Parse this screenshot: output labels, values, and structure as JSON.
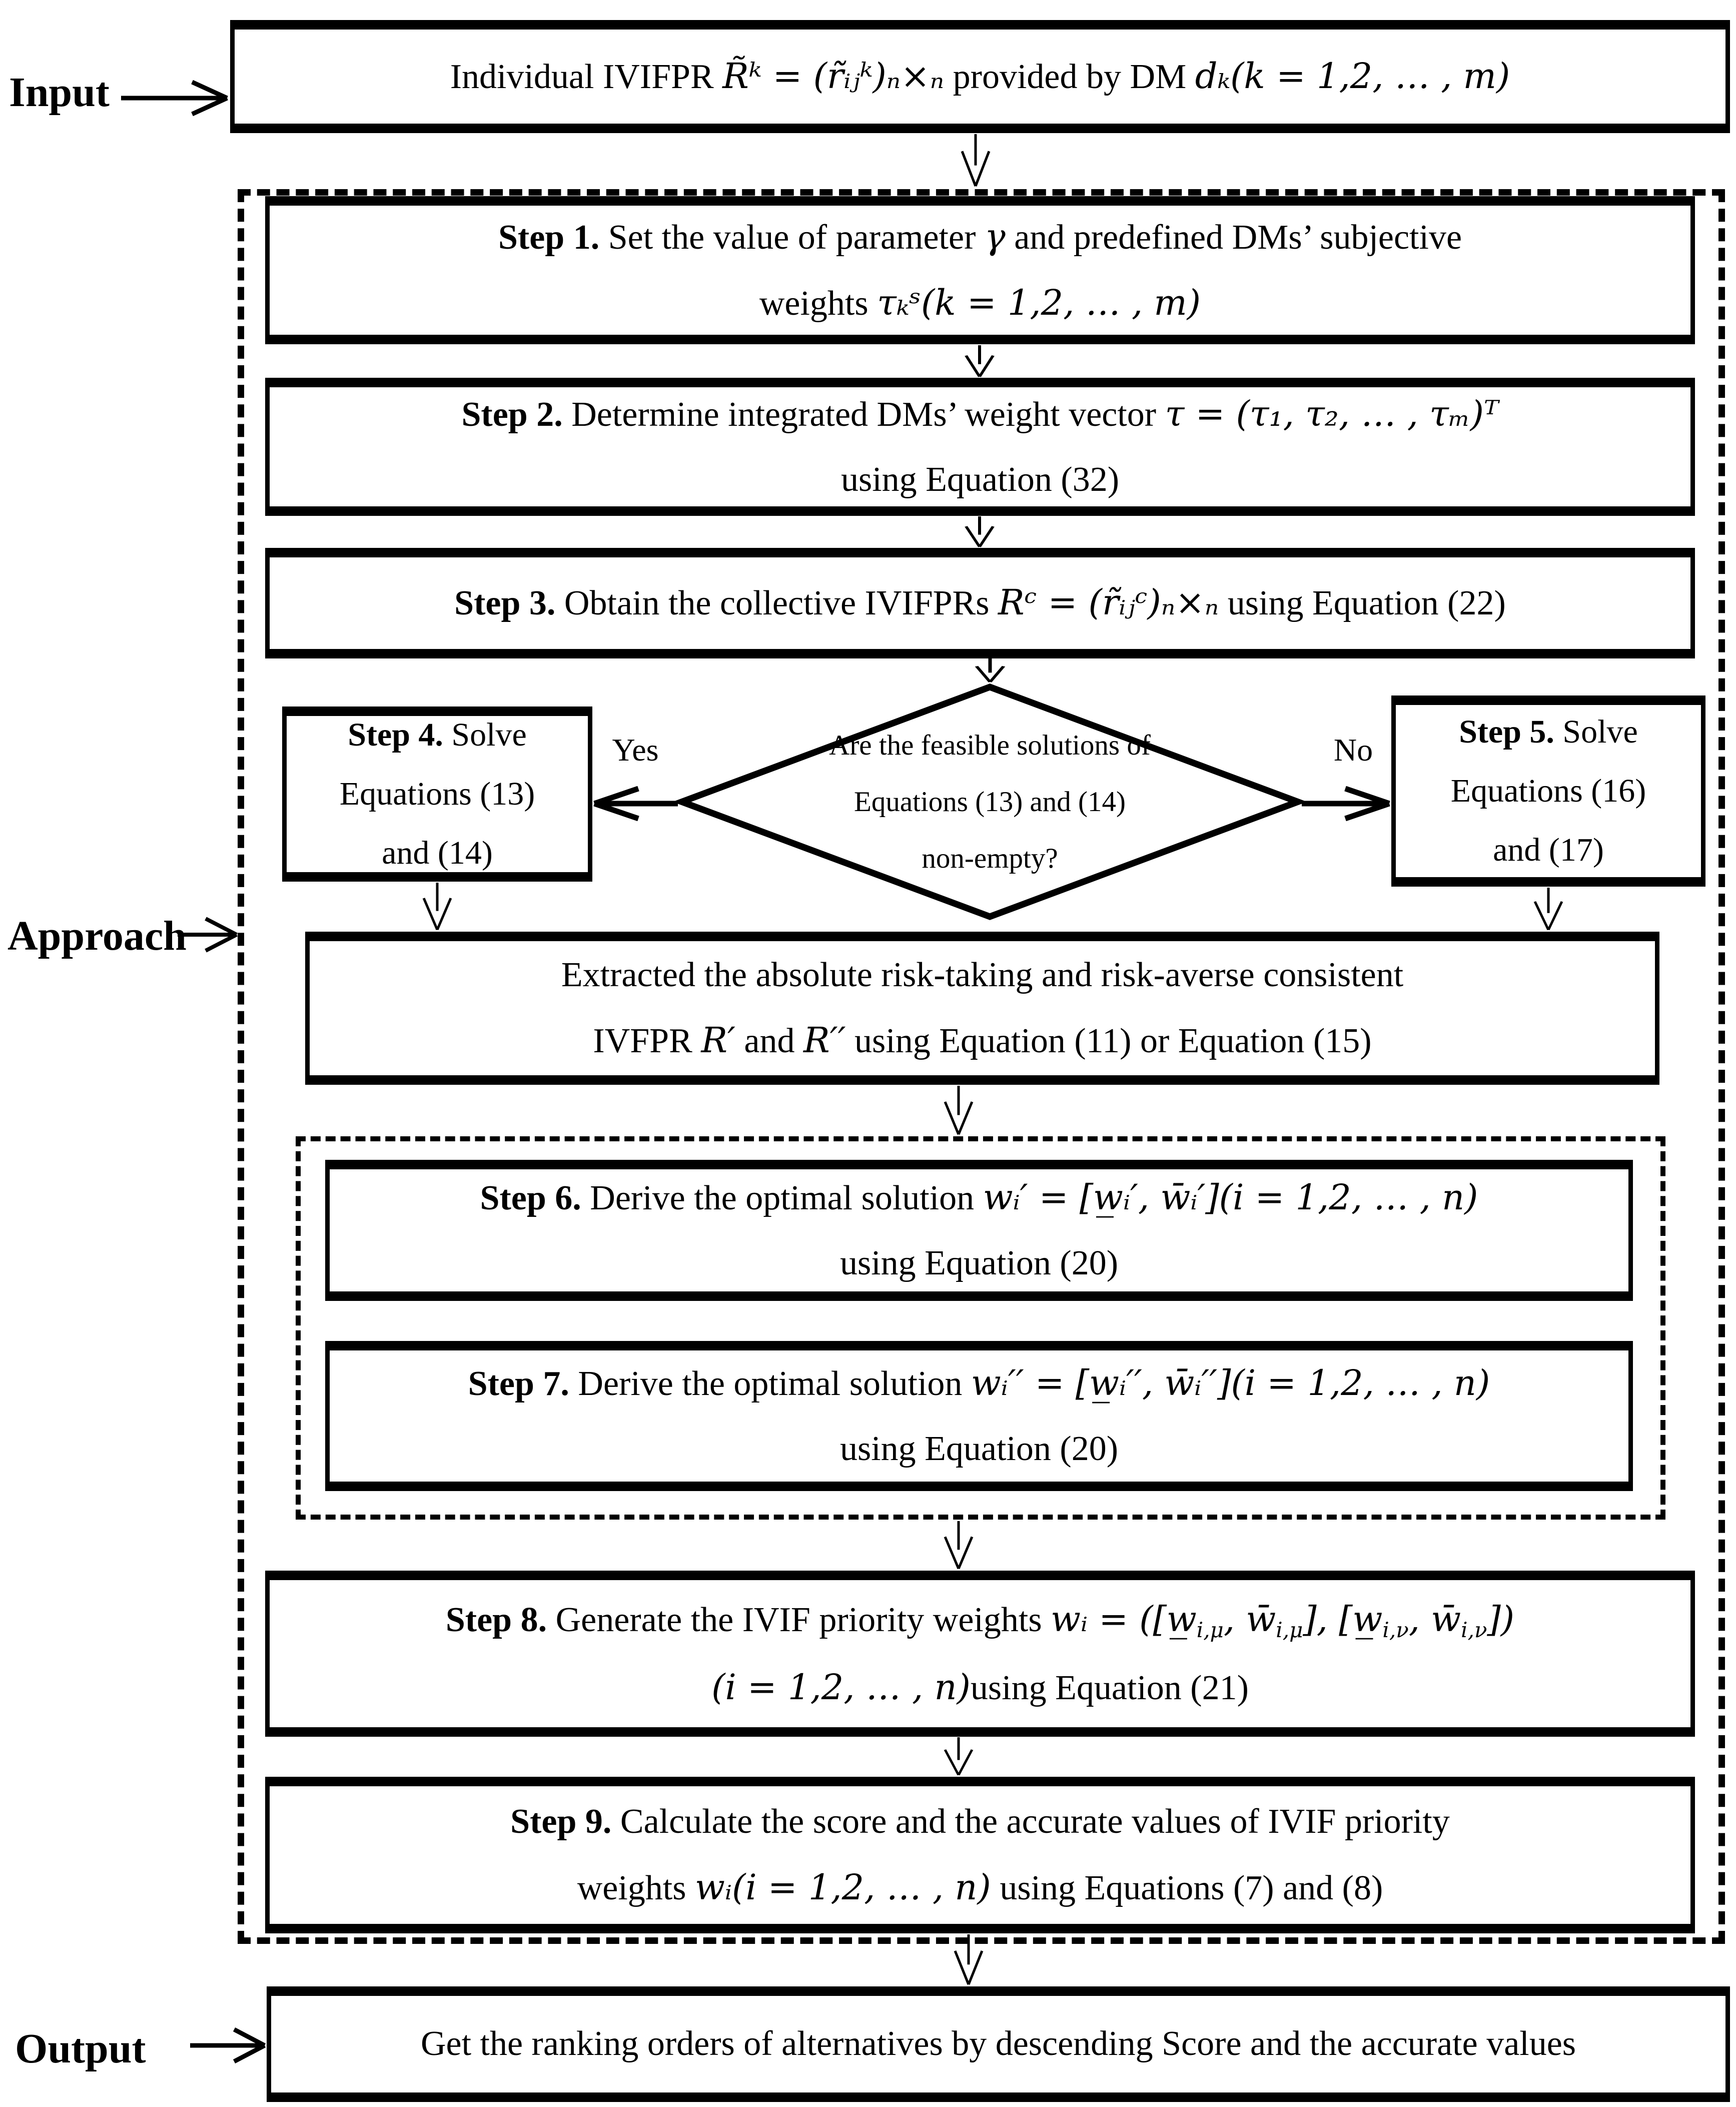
{
  "labels": {
    "input": "Input",
    "approach": "Approach",
    "output": "Output"
  },
  "input_box": {
    "text_prefix": "Individual IVIFPR ",
    "formula1": "R̃ᵏ = (r̃ᵢⱼᵏ)ₙ×ₙ",
    "text_mid": " provided by DM ",
    "formula2": "dₖ(k = 1,2, … , m)"
  },
  "step1": {
    "label": "Step 1.",
    "t1": " Set the value of parameter ",
    "f1": "γ",
    "t2": " and predefined DMs’ subjective",
    "l2_t1": "weights ",
    "l2_f1": "τₖˢ(k = 1,2, … , m)"
  },
  "step2": {
    "label": "Step 2.",
    "t1": " Determine integrated DMs’ weight vector ",
    "f1": "τ = (τ₁, τ₂, … , τₘ)ᵀ",
    "l2": "using Equation (32)"
  },
  "step3": {
    "label": "Step 3.",
    "t1": " Obtain the collective IVIFPRs ",
    "f1": "Rᶜ = (r̃ᵢⱼᶜ)ₙ×ₙ",
    "t2": " using Equation (22)"
  },
  "decision": {
    "l1": "Are the feasible solutions of",
    "l2": "Equations (13) and (14)",
    "l3": "non-empty?",
    "yes": "Yes",
    "no": "No"
  },
  "step4": {
    "label": "Step 4.",
    "t1": " Solve",
    "l2": "Equations (13)",
    "l3": "and (14)"
  },
  "step5": {
    "label": "Step 5.",
    "t1": " Solve",
    "l2": "Equations (16)",
    "l3": "and (17)"
  },
  "extracted": {
    "l1": "Extracted the absolute risk-taking and risk-averse consistent",
    "l2_t1": "IVFPR ",
    "l2_f1": "R′",
    "l2_t2": " and ",
    "l2_f2": "R′′",
    "l2_t3": " using Equation (11) or Equation (15)"
  },
  "step6": {
    "label": "Step 6.",
    "t1": " Derive the optimal solution ",
    "f1": "wᵢ′ = [w̲ᵢ′, w̄ᵢ′](i = 1,2, … , n)",
    "l2": "using Equation (20)"
  },
  "step7": {
    "label": "Step 7.",
    "t1": " Derive the optimal solution ",
    "f1": "wᵢ′′ = [w̲ᵢ′′, w̄ᵢ′′](i = 1,2, … , n)",
    "l2": "using Equation (20)"
  },
  "step8": {
    "label": "Step 8.",
    "t1": " Generate the IVIF priority weights ",
    "f_pre": "wᵢ = ([w̲",
    "sub1": "i,μ",
    "f_mid1": ", w̄",
    "sub2": "i,μ",
    "f_mid2": "], [w̲",
    "sub3": "i,ν",
    "f_mid3": ", w̄",
    "sub4": "i,ν",
    "f_end": "])",
    "l2_f": "(i = 1,2, … , n)",
    "l2_t": "using Equation (21)"
  },
  "step9": {
    "label": "Step 9.",
    "t1": " Calculate the score and the accurate values of IVIF priority",
    "l2_t1": "weights ",
    "l2_f1": "wᵢ(i = 1,2, … , n)",
    "l2_t2": " using Equations (7) and (8)"
  },
  "output_box": {
    "text": "Get the ranking orders of alternatives by descending Score and the accurate values"
  }
}
